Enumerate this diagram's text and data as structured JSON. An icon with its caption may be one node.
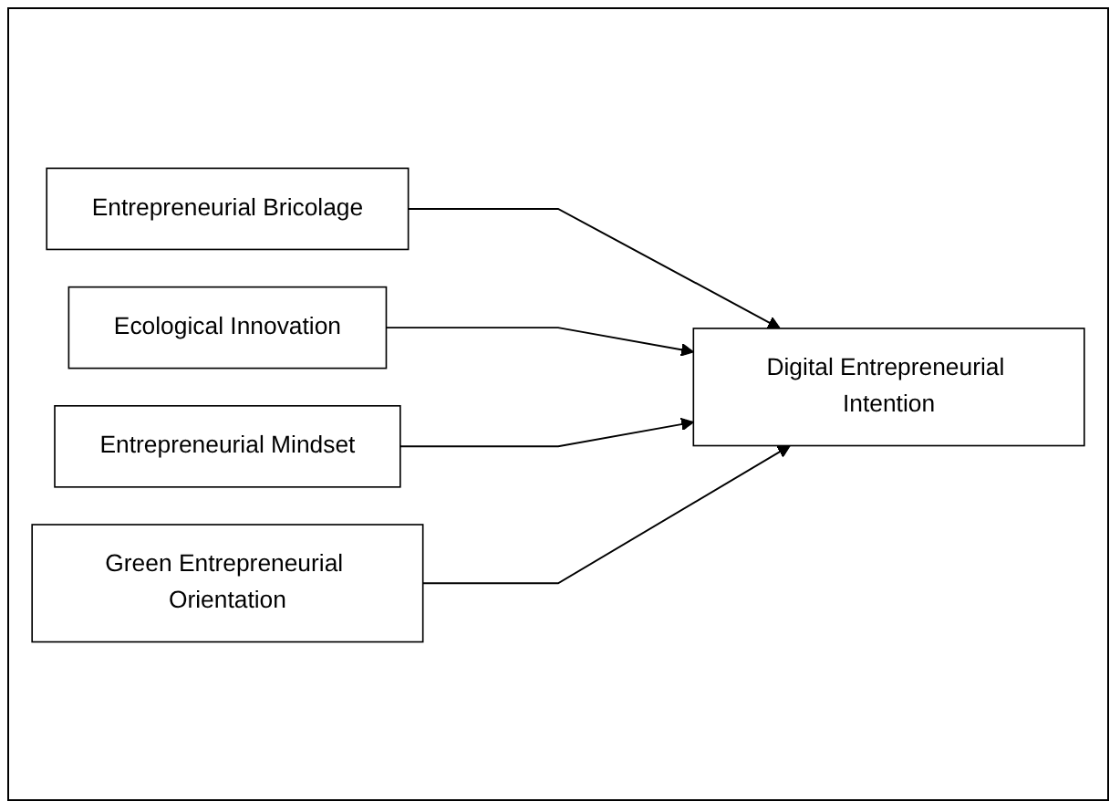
{
  "diagram": {
    "nodes": [
      {
        "text": [
          "Entrepreneurial Bricolage"
        ]
      },
      {
        "text": [
          "Ecological Innovation"
        ]
      },
      {
        "text": [
          "Entrepreneurial Mindset"
        ]
      },
      {
        "text": [
          "Green Entrepreneurial Orientation"
        ]
      },
      {
        "text": [
          "Digital Entrepreneurial Intention"
        ]
      }
    ],
    "edges": [
      {
        "from": 0,
        "to": 4,
        "arrow": "to"
      },
      {
        "from": 1,
        "to": 4,
        "arrow": "to"
      },
      {
        "from": 2,
        "to": 4,
        "arrow": "to"
      },
      {
        "from": 3,
        "to": 4,
        "arrow": "to"
      }
    ]
  }
}
